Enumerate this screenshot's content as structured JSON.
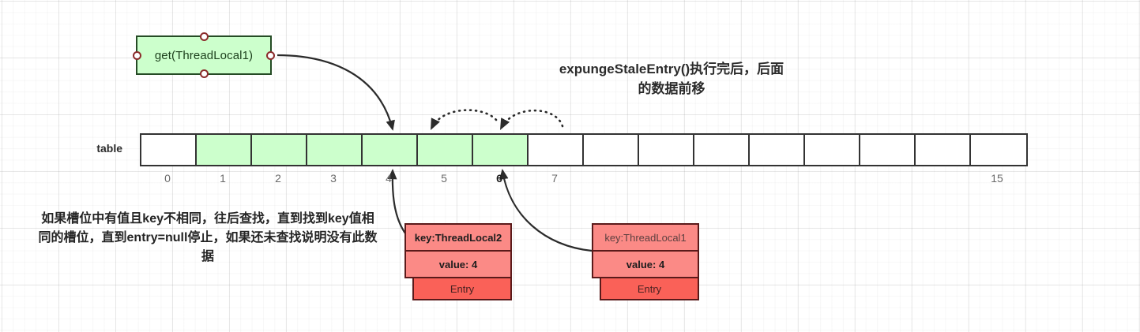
{
  "title": "expungeStaleEntry()执行完后，后面的数据前移",
  "get_node": {
    "label": "get(ThreadLocal1)"
  },
  "table": {
    "label": "table",
    "cells": [
      {
        "index": "0",
        "filled": false
      },
      {
        "index": "1",
        "filled": true
      },
      {
        "index": "2",
        "filled": true
      },
      {
        "index": "3",
        "filled": true
      },
      {
        "index": "4",
        "filled": true
      },
      {
        "index": "5",
        "filled": true
      },
      {
        "index": "6",
        "filled": true
      },
      {
        "index": "7",
        "filled": false
      },
      {
        "index": "",
        "filled": false
      },
      {
        "index": "",
        "filled": false
      },
      {
        "index": "",
        "filled": false
      },
      {
        "index": "",
        "filled": false
      },
      {
        "index": "",
        "filled": false
      },
      {
        "index": "",
        "filled": false
      },
      {
        "index": "",
        "filled": false
      },
      {
        "index": "15",
        "filled": false
      }
    ],
    "highlight_index": "6",
    "fill_color": "#ccffcc",
    "border_color": "#333333"
  },
  "note": "如果槽位中有值且key不相同，往后查找，直到找到key值相同的槽位，直到entry=null停止，如果还未查找说明没有此数据",
  "entries": [
    {
      "key": "key:ThreadLocal2",
      "value": "value: 4",
      "footer": "Entry"
    },
    {
      "key": "key:ThreadLocal1",
      "value": "value: 4",
      "footer": "Entry"
    }
  ],
  "colors": {
    "node_green": "#ccffcc",
    "entry_pink": "#fb8a86",
    "entry_red": "#fa6158",
    "connector_ring": "#8b2b2b",
    "line": "#2b2b2b"
  }
}
